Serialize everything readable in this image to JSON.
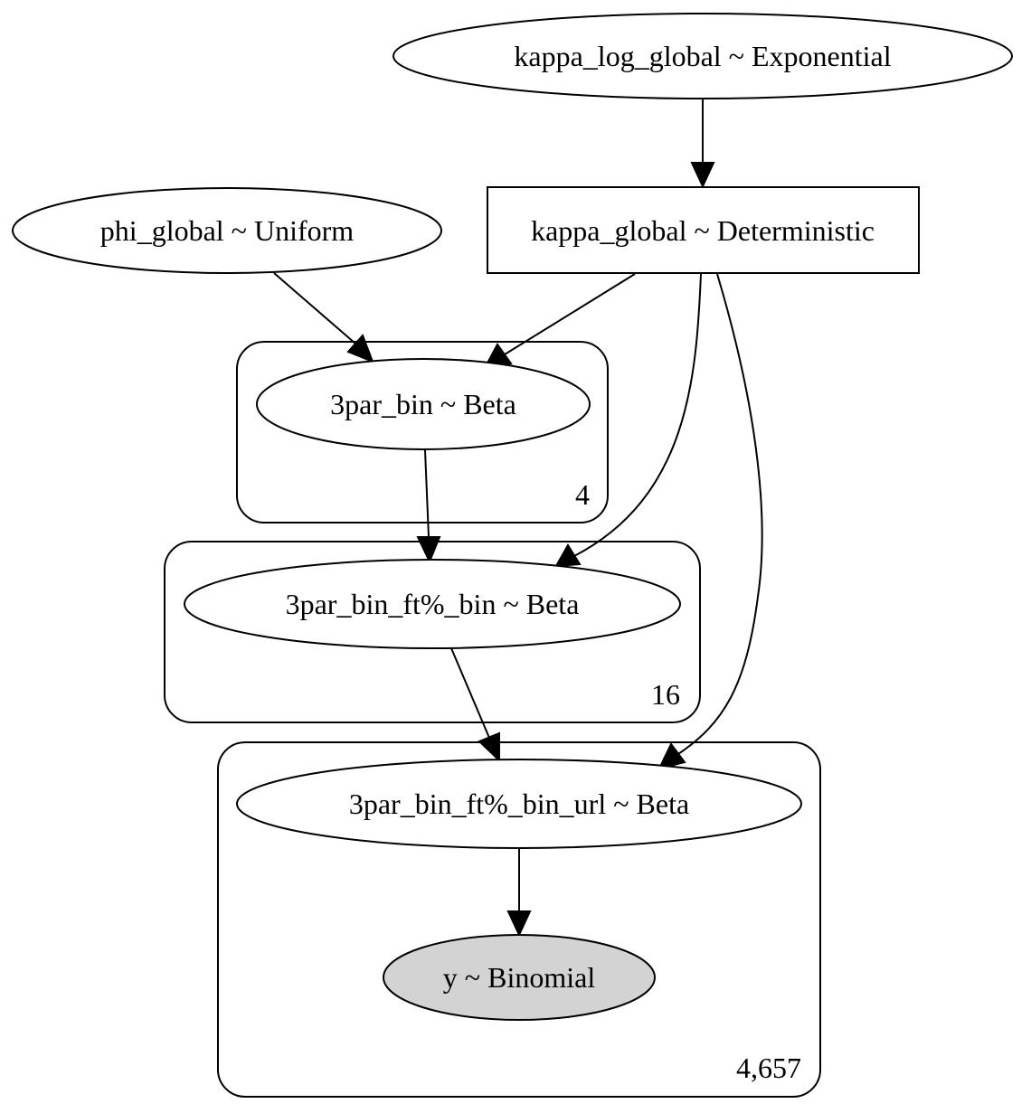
{
  "nodes": {
    "kappa_log_global": {
      "label": "kappa_log_global ~ Exponential"
    },
    "kappa_global": {
      "label": "kappa_global ~ Deterministic"
    },
    "phi_global": {
      "label": "phi_global ~ Uniform"
    },
    "par_bin": {
      "label": "3par_bin ~ Beta"
    },
    "par_bin_ft": {
      "label": "3par_bin_ft%_bin ~ Beta"
    },
    "par_bin_ft_url": {
      "label": "3par_bin_ft%_bin_url ~ Beta"
    },
    "y": {
      "label": "y ~ Binomial"
    }
  },
  "plates": {
    "plate_4": {
      "label": "4"
    },
    "plate_16": {
      "label": "16"
    },
    "plate_4657": {
      "label": "4,657"
    }
  },
  "edges": [
    {
      "from": "kappa_log_global",
      "to": "kappa_global"
    },
    {
      "from": "phi_global",
      "to": "par_bin"
    },
    {
      "from": "kappa_global",
      "to": "par_bin"
    },
    {
      "from": "kappa_global",
      "to": "par_bin_ft"
    },
    {
      "from": "kappa_global",
      "to": "par_bin_ft_url"
    },
    {
      "from": "par_bin",
      "to": "par_bin_ft"
    },
    {
      "from": "par_bin_ft",
      "to": "par_bin_ft_url"
    },
    {
      "from": "par_bin_ft_url",
      "to": "y"
    }
  ],
  "colors": {
    "observed_fill": "#d3d3d3",
    "stroke": "#000000"
  }
}
